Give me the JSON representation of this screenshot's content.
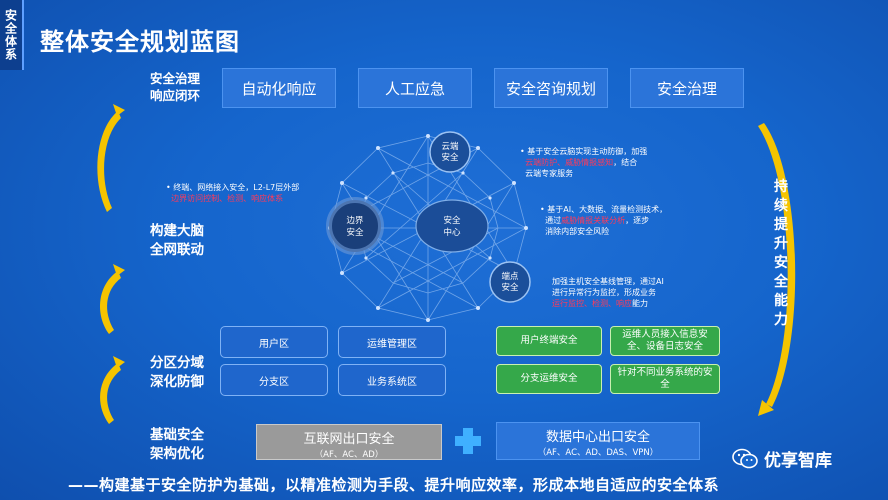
{
  "side_tab": "安全体系",
  "title": "整体安全规划蓝图",
  "row_labels": {
    "governance": "安全治理\n响应闭环",
    "brain": "构建大脑\n全网联动",
    "zones": "分区分域\n深化防御",
    "base": "基础安全\n架构优化"
  },
  "top_boxes": [
    "自动化响应",
    "人工应急",
    "安全咨询规划",
    "安全治理"
  ],
  "network_nodes": {
    "cloud": "云端\n安全",
    "border": "边界\n安全",
    "center": "安全\n中心",
    "endpoint": "端点\n安全"
  },
  "notes": {
    "left_plain": "终端、网络接入安全，L2-L7层外部",
    "left_red": "边界访问控制、检测、响应体系",
    "cloud_plain1": "基于安全云脑实现主动防御，加强",
    "cloud_red": "云端防护、威胁情报感知",
    "cloud_plain2": "，结合",
    "cloud_plain3": "云端专家服务",
    "center_plain1": "基于AI、大数据、流量检测技术，",
    "center_plain2": "通过",
    "center_red": "威胁情报关联分析",
    "center_plain3": "，逐步",
    "center_plain4": "消除内部安全风险",
    "endpoint_plain1": "加强主机安全基线管理，通过AI",
    "endpoint_plain2": "进行异常行为监控，形成业务",
    "endpoint_red": "运行监控、检测、响应",
    "endpoint_plain3": "能力"
  },
  "zones": [
    "用户区",
    "运维管理区",
    "分支区",
    "业务系统区"
  ],
  "green_boxes": [
    "用户终端安全",
    "运维人员接入信息安全、设备日志安全",
    "分支运维安全",
    "针对不同业务系统的安全"
  ],
  "internet_exit": {
    "title": "互联网出口安全",
    "sub": "（AF、AC、AD）"
  },
  "plus": "+",
  "dc_exit": {
    "title": "数据中心出口安全",
    "sub": "（AF、AC、AD、DAS、VPN）"
  },
  "vertical_text": "持续提升安全能力",
  "logo_text": "优享智库",
  "footer": "——构建基于安全防护为基础，以精准检测为手段、提升响应效率，形成本地自适应的安全体系",
  "colors": {
    "accent_yellow": "#f5c400",
    "green": "#35a84a",
    "red_text": "#ff3a5a",
    "background": "#1565cc"
  },
  "icons": [
    "curved-up-arrow-icon",
    "curved-down-arrow-icon",
    "plus-icon",
    "wechat-icon"
  ]
}
